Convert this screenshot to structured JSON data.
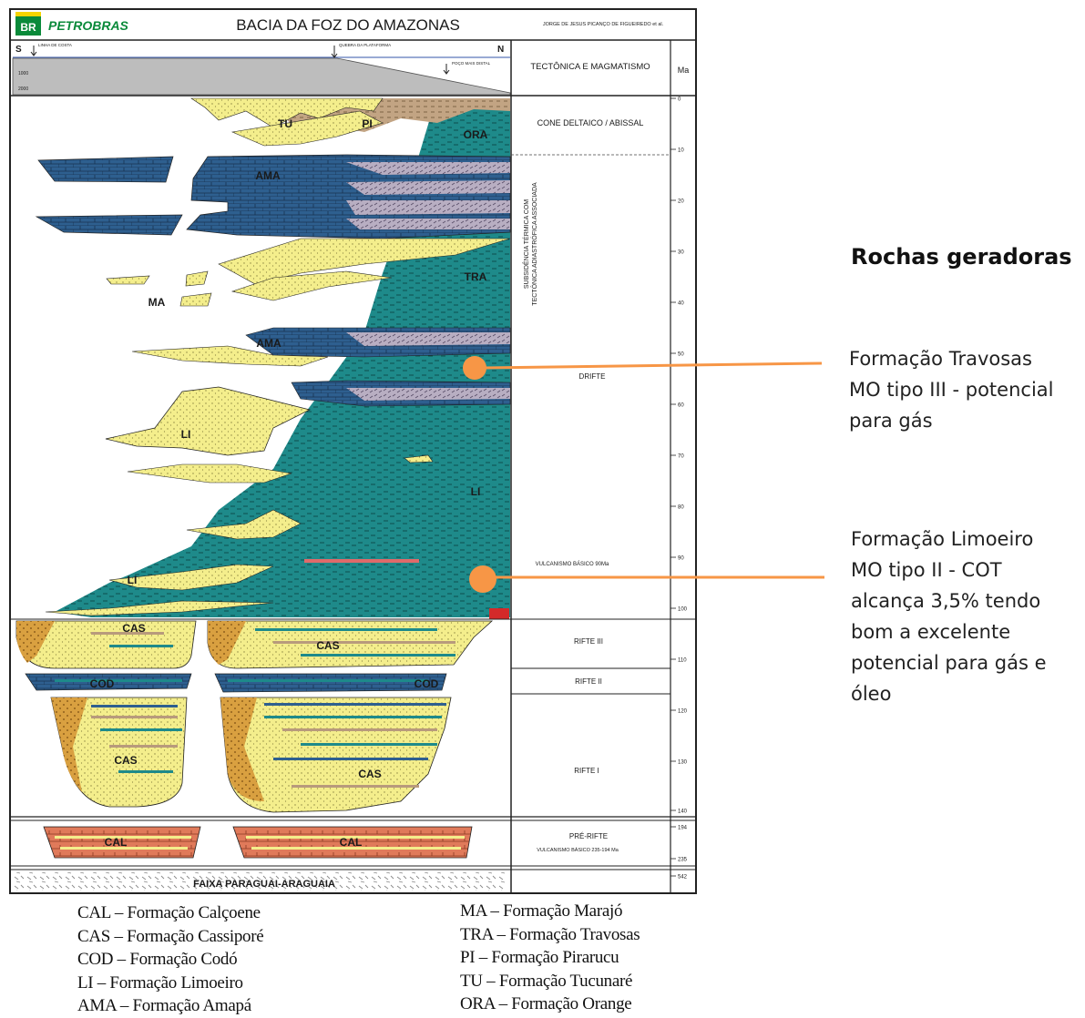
{
  "header": {
    "logo_badge": "BR",
    "company": "PETROBRAS",
    "title": "BACIA DA FOZ DO AMAZONAS",
    "authors": "JORGE DE JESUS PICANÇO DE FIGUEIREDO et al."
  },
  "profile": {
    "south": "S",
    "north": "N",
    "coast_label": "LINHA DE COSTA",
    "shelf_break_label": "QUEBRA DA PLATAFORMA",
    "distal_well_label": "POÇO MAIS DISTAL",
    "depth_ticks": [
      "1000",
      "2000"
    ]
  },
  "columns": {
    "tectonics_header": "TECTÔNICA E MAGMATISMO",
    "age_header": "Ma"
  },
  "age_ticks": [
    "0",
    "10",
    "20",
    "30",
    "40",
    "50",
    "60",
    "70",
    "80",
    "90",
    "100",
    "110",
    "120",
    "130",
    "140",
    "194",
    "235",
    "542"
  ],
  "tectonic_phases": {
    "cone": "CONE DELTAICO / ABISSAL",
    "subsidence_line1": "SUBSIDÊNCIA TÉRMICA COM",
    "subsidence_line2": "TECTÔNICA ADIASTRÓFICA ASSOCIADA",
    "drift": "DRIFTE",
    "basic_volc_90": "VULCANISMO BÁSICO 90Ma",
    "rift3": "RIFTE III",
    "rift2": "RIFTE II",
    "rift1": "RIFTE I",
    "prerift": "PRÉ-RIFTE",
    "basic_volc_235": "VULCANISMO BÁSICO 235-194 Ma"
  },
  "formation_labels": {
    "tu": "TU",
    "pi": "PI",
    "ora": "ORA",
    "ama1": "AMA",
    "ama2": "AMA",
    "tra": "TRA",
    "ma": "MA",
    "li1": "LI",
    "li2": "LI",
    "li3": "LI",
    "cas1": "CAS",
    "cas2": "CAS",
    "cas3": "CAS",
    "cas4": "CAS",
    "cod1": "COD",
    "cod2": "COD",
    "cal1": "CAL",
    "cal2": "CAL",
    "basement": "FAIXA PARAGUAI-ARAGUAIA"
  },
  "legend_left": [
    "CAL – Formação Calçoene",
    "CAS – Formação Cassiporé",
    "COD – Formação Codó",
    "LI – Formação Limoeiro",
    "AMA – Formação Amapá"
  ],
  "legend_right": [
    "MA – Formação Marajó",
    "TRA – Formação Travosas",
    "PI – Formação Pirarucu",
    "TU – Formação Tucunaré",
    "ORA – Formação Orange"
  ],
  "annotations": {
    "title": "Rochas geradoras",
    "travosas": [
      "Formação Travosas",
      "MO tipo III - potencial",
      "para gás"
    ],
    "limoeiro": [
      "Formação Limoeiro",
      "MO tipo II - COT",
      "alcança 3,5% tendo",
      "bom a excelente",
      "potencial para gás e",
      "óleo"
    ]
  },
  "colors": {
    "marine_shale": "#1e8a8a",
    "sandstone": "#f4ee8c",
    "carbonate": "#2e5f8f",
    "marl_band": "#b8aec2",
    "deltaic_brown": "#b89a7c",
    "red_beds": "#e07a5a",
    "fan_orange": "#d9a040",
    "marker": "#f79646"
  }
}
